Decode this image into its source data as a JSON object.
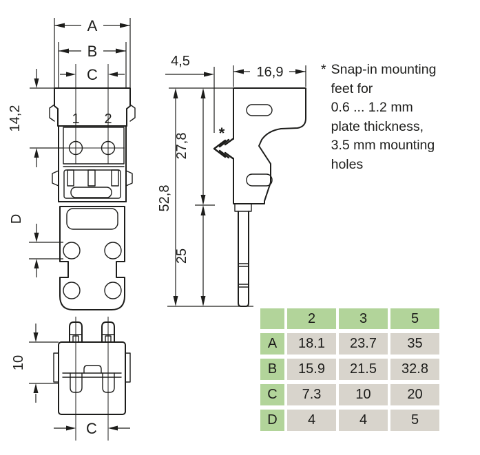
{
  "views": {
    "front": {
      "dim_width_outer": "A",
      "dim_width_body": "B",
      "dim_pole_pitch": "C",
      "dim_top_to_center": "14,2",
      "dim_hole_dia": "D",
      "pole_1": "1",
      "pole_2": "2"
    },
    "side": {
      "dim_foot_offset": "4,5",
      "dim_depth": "16,9",
      "dim_upper_height": "27,8",
      "dim_total_height": "52,8",
      "dim_blade_length": "25",
      "foot_marker": "*"
    },
    "bottom": {
      "dim_body_depth": "10",
      "dim_pole_pitch": "C"
    }
  },
  "note": {
    "marker": "*",
    "lines": [
      "Snap-in mounting",
      "feet for",
      "0.6 ... 1.2 mm",
      "plate thickness,",
      "3.5 mm mounting",
      "holes"
    ]
  },
  "table": {
    "corner_label": "",
    "col_headers": [
      "2",
      "3",
      "5"
    ],
    "rows": [
      {
        "label": "A",
        "values": [
          "18.1",
          "23.7",
          "35"
        ]
      },
      {
        "label": "B",
        "values": [
          "15.9",
          "21.5",
          "32.8"
        ]
      },
      {
        "label": "C",
        "values": [
          "7.3",
          "10",
          "20"
        ]
      },
      {
        "label": "D",
        "values": [
          "4",
          "4",
          "5"
        ]
      }
    ]
  },
  "colors": {
    "line": "#1d1d1b",
    "table_header_bg": "#b2d49a",
    "table_cell_bg": "#d8d4cc",
    "text": "#1d1d1b",
    "background": "#ffffff"
  }
}
